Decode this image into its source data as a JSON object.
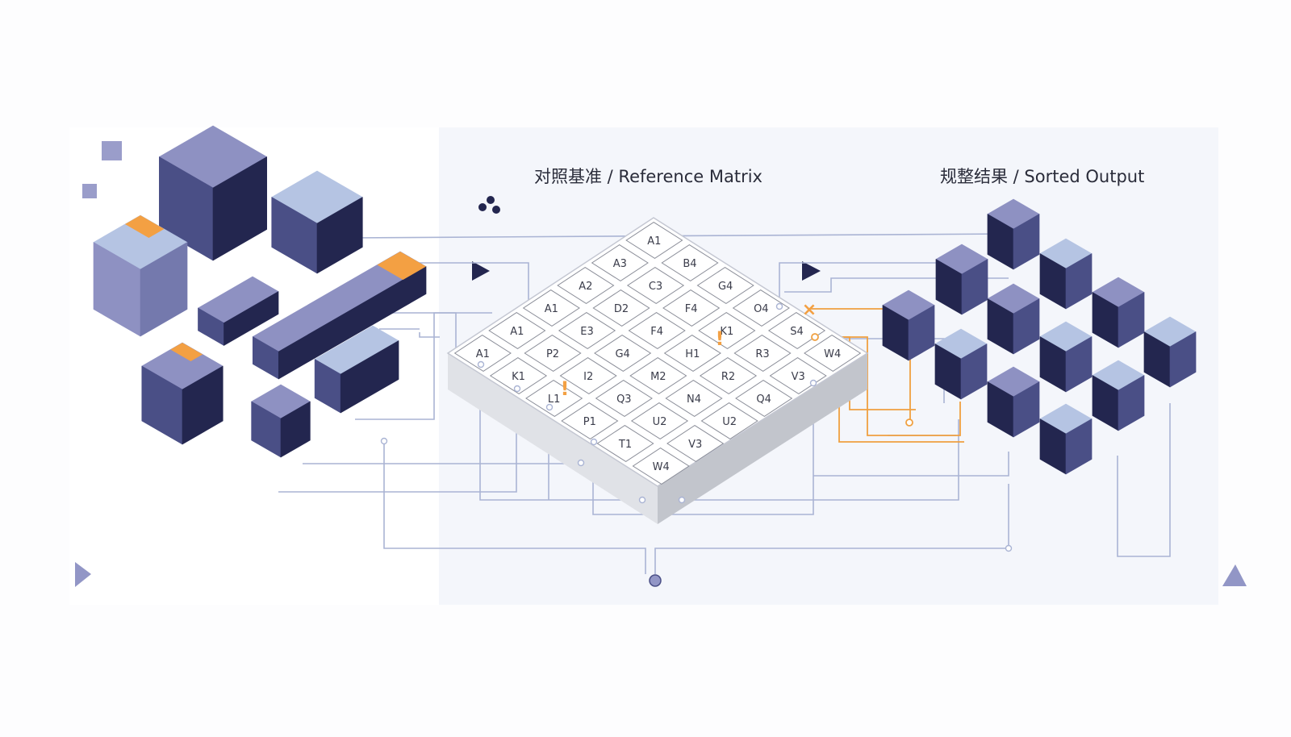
{
  "titles": {
    "reference": "对照基准 / Reference Matrix",
    "output": "规整结果 / Sorted Output"
  },
  "colors": {
    "navy": "#23264f",
    "indigo": "#4a4f86",
    "periwinkle": "#8e91c2",
    "pale_blue": "#b5c4e3",
    "orange": "#f3a043",
    "panel": "#f4f6fb",
    "wire": "#aab4d4"
  },
  "matrix_rows": [
    [
      "A1",
      "A3",
      "A2",
      "A1",
      "A1",
      "A1"
    ],
    [
      "B4",
      "C3",
      "D2",
      "E3",
      "P2",
      "K1"
    ],
    [
      "G4",
      "F4",
      "F4",
      "G4",
      "I2",
      "L1"
    ],
    [
      "O4",
      "K1",
      "H1",
      "M2",
      "Q3",
      "P1"
    ],
    [
      "S4",
      "R3",
      "R2",
      "N4",
      "U2",
      "T1"
    ],
    [
      "W4",
      "V3",
      "Q4",
      "U2",
      "V3",
      "W4"
    ]
  ],
  "markers": {
    "alert_a": "!",
    "alert_b": "!",
    "reject": "×"
  }
}
